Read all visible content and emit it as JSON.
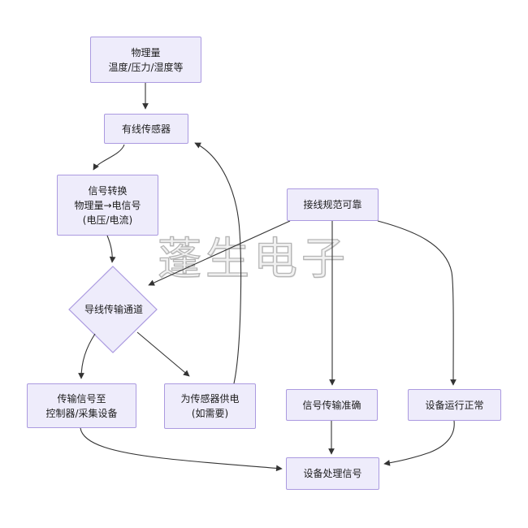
{
  "watermark": "蓬生电子",
  "nodes": {
    "physical_quantity": {
      "lines": [
        "物理量",
        "温度/压力/湿度等"
      ]
    },
    "wired_sensor": {
      "label": "有线传感器"
    },
    "signal_conversion": {
      "lines": [
        "信号转换",
        "物理量→电信号",
        "(电压/电流)"
      ]
    },
    "wiring_standard": {
      "label": "接线规范可靠"
    },
    "wire_channel": {
      "label": "导线传输通道"
    },
    "transmit_signal": {
      "lines": [
        "传输信号至",
        "控制器/采集设备"
      ]
    },
    "power_sensor": {
      "lines": [
        "为传感器供电",
        "(如需要)"
      ]
    },
    "signal_accurate": {
      "label": "信号传输准确"
    },
    "device_normal": {
      "label": "设备运行正常"
    },
    "device_process": {
      "label": "设备处理信号"
    }
  },
  "colors": {
    "node_fill": "#eeecfb",
    "node_border": "#ab9ae0",
    "edge": "#333333",
    "watermark_stroke": "#b4b4b4",
    "text": "#1d1d1d",
    "background": "#ffffff"
  }
}
